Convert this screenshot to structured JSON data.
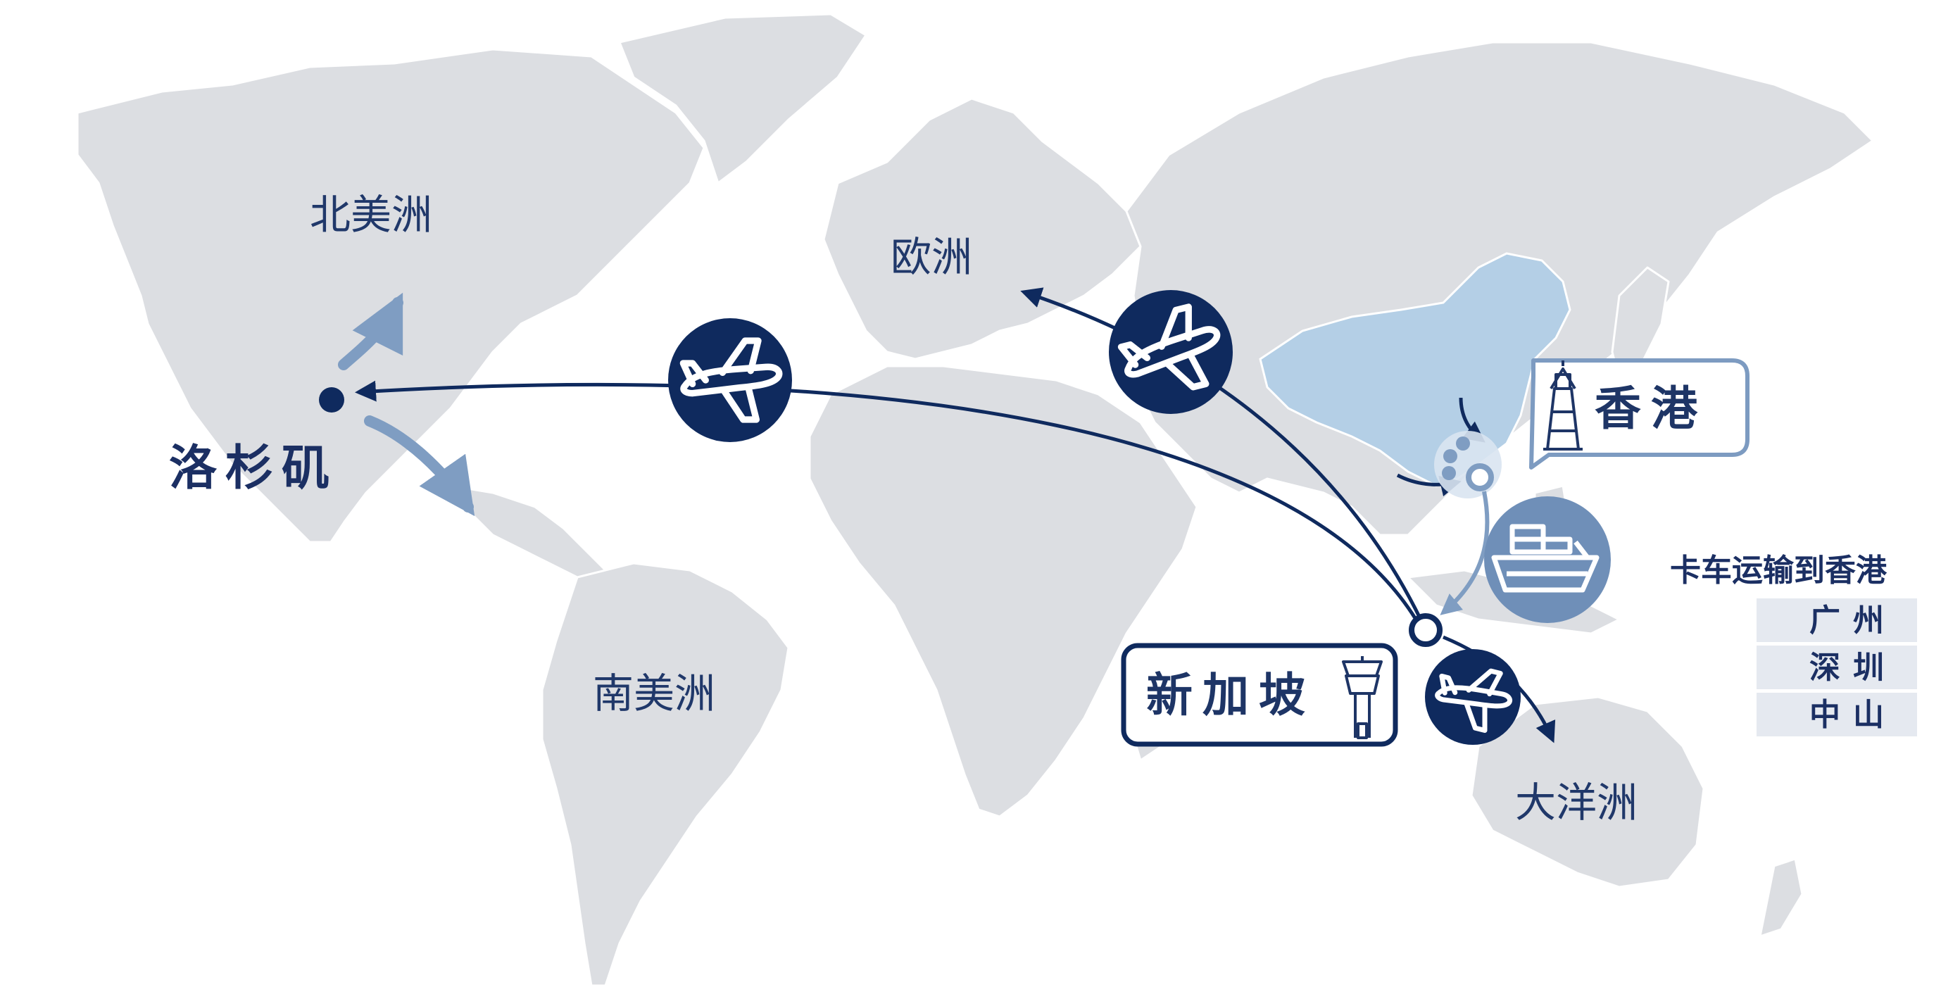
{
  "map": {
    "regions": {
      "north_america": "北美洲",
      "europe": "欧洲",
      "south_america": "南美洲",
      "oceania": "大洋洲"
    },
    "cities": {
      "los_angeles": "洛杉矶",
      "hong_kong": "香港",
      "singapore": "新加坡"
    },
    "trucking": {
      "heading": "卡车运输到香港",
      "cities": [
        "广州",
        "深圳",
        "中山"
      ]
    }
  },
  "icons": {
    "airplane": "airplane-icon",
    "ship": "cargo-ship-icon",
    "lighthouse": "lighthouse-icon",
    "control_tower": "control-tower-icon"
  },
  "colors": {
    "land": "#dcdee2",
    "land_border": "#ffffff",
    "china": "#b4cfe6",
    "navy": "#0f2a5e",
    "ship_circle": "#6f8fb8",
    "light_arrow": "#7f9dc2",
    "truck_box": "#e5e9f0",
    "hub_border": "#7d9bc1"
  }
}
